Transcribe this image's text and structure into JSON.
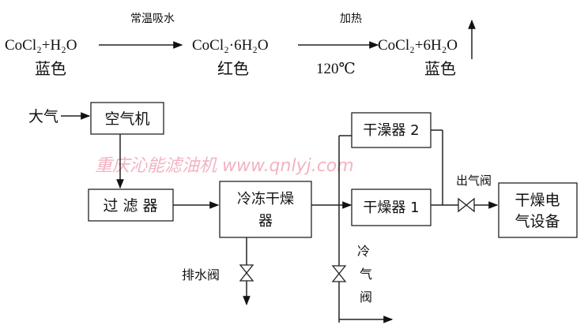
{
  "reaction": {
    "reactant": {
      "formula": "CoCl₂+H₂O",
      "color_label": "蓝色"
    },
    "step1_condition": "常温吸水",
    "hydrate": {
      "formula": "CoCl₂·6H₂O",
      "color_label": "红色"
    },
    "step2_condition_top": "加热",
    "step2_condition_bottom": "120℃",
    "product": {
      "formula": "CoCl₂+6H₂O",
      "color_label": "蓝色"
    }
  },
  "flow": {
    "atmosphere": "大气",
    "air_compressor": "空气机",
    "filter": "过 滤 器",
    "freeze_dryer_line1": "冷冻干燥",
    "freeze_dryer_line2": "器",
    "dryer_2": "干澡器 2",
    "dryer_1": "干燥器 1",
    "outlet_valve": "出气阀",
    "equipment_line1": "干燥电",
    "equipment_line2": "气设备",
    "drain_valve": "排水阀",
    "cold_air_chars": [
      "冷",
      "气",
      "阀"
    ]
  },
  "watermark": "重庆沁能滤油机 www.qnlyj.com"
}
